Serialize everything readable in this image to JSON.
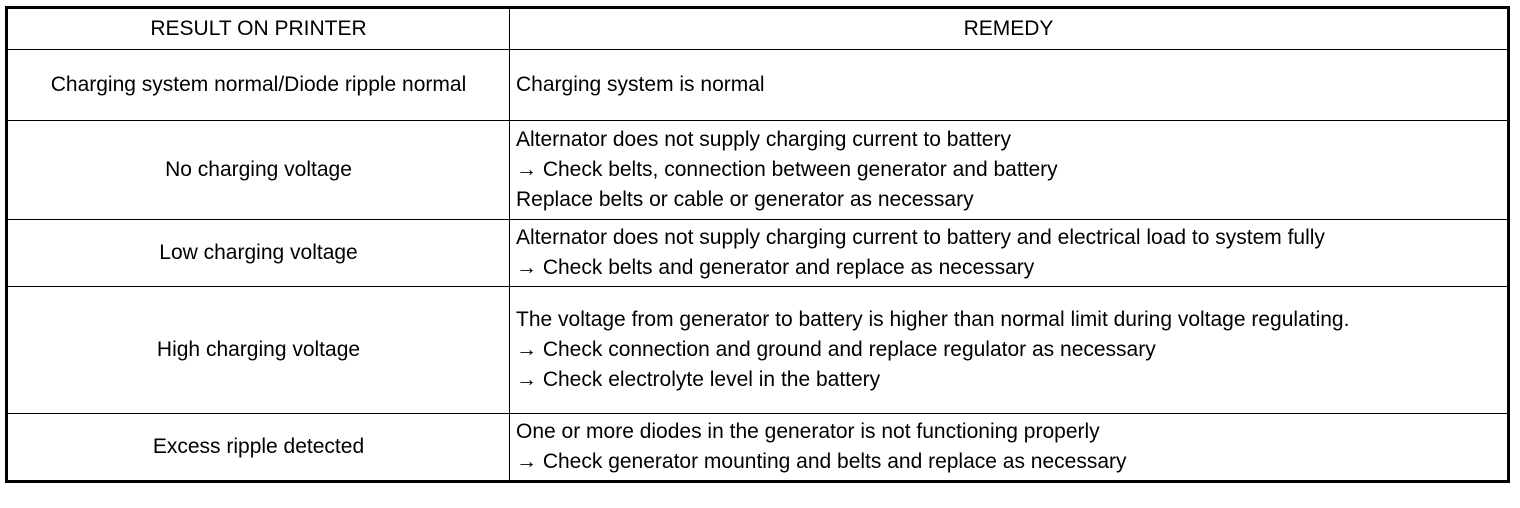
{
  "table": {
    "headers": {
      "result": "RESULT ON PRINTER",
      "remedy": "REMEDY"
    },
    "rows": [
      {
        "result": "Charging system normal/Diode ripple normal",
        "remedy": [
          "Charging system is normal"
        ]
      },
      {
        "result": "No charging voltage",
        "remedy": [
          "Alternator does not supply charging current to battery",
          "→ Check belts, connection between generator and battery",
          "Replace belts or cable or generator as necessary"
        ]
      },
      {
        "result": "Low charging voltage",
        "remedy": [
          "Alternator does not supply charging current to battery and electrical load to system fully",
          "→ Check belts and generator and replace as necessary"
        ]
      },
      {
        "result": "High charging voltage",
        "remedy": [
          "The voltage from generator to battery is higher than normal limit during voltage regulating.",
          "→ Check connection and ground and replace regulator as necessary",
          "→ Check electrolyte level in the battery"
        ]
      },
      {
        "result": "Excess ripple detected",
        "remedy": [
          "One or more diodes in the generator is not functioning properly",
          "→ Check generator mounting and belts and replace as necessary"
        ]
      }
    ]
  }
}
